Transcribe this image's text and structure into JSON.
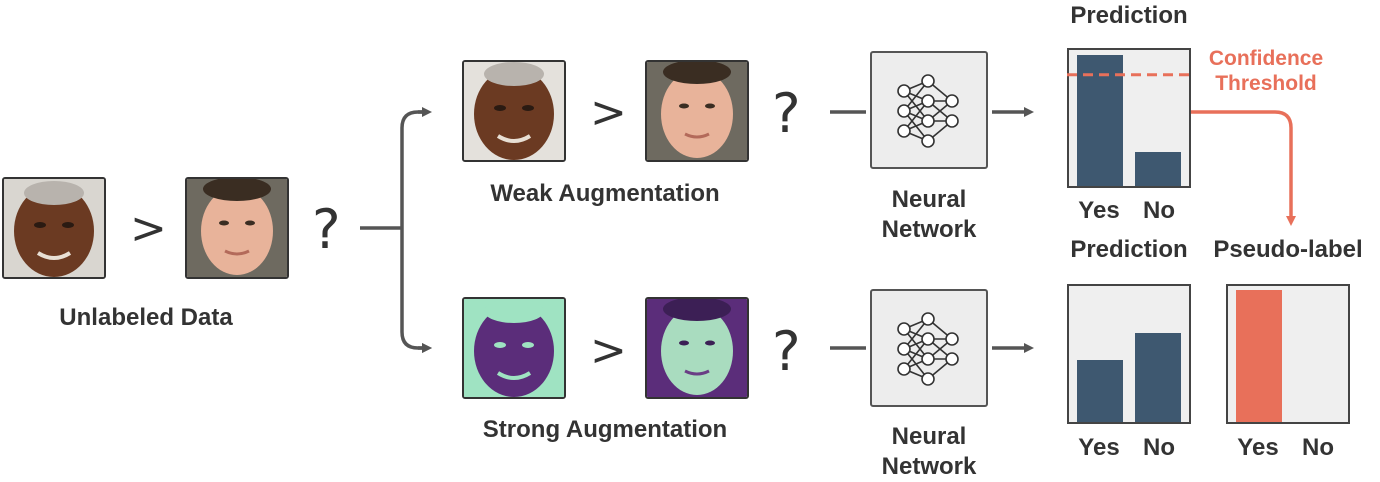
{
  "labels": {
    "unlabeled": "Unlabeled Data",
    "weak": "Weak Augmentation",
    "strong": "Strong Augmentation",
    "nn_top_1": "Neural",
    "nn_top_2": "Network",
    "nn_bot_1": "Neural",
    "nn_bot_2": "Network",
    "pred_top": "Prediction",
    "pred_bot": "Prediction",
    "pseudo": "Pseudo-label",
    "conf_1": "Confidence",
    "conf_2": "Threshold"
  },
  "symbols": {
    "greater": ">",
    "question": "?"
  },
  "charts": {
    "pred_top": {
      "yes": 0.97,
      "no": 0.25,
      "threshold": 0.82,
      "yes_label": "Yes",
      "no_label": "No"
    },
    "pred_bot": {
      "yes": 0.46,
      "no": 0.66,
      "yes_label": "Yes",
      "no_label": "No"
    },
    "pseudo": {
      "yes": 0.98,
      "no": 0.0,
      "yes_label": "Yes",
      "no_label": "No"
    }
  },
  "colors": {
    "bar": "#3e5870",
    "pseudo_bar": "#e8705a",
    "threshold": "#e8705a",
    "line": "#555555",
    "strong_tint": "#9fe3c2",
    "strong_shadow": "#5b2d7a"
  },
  "icons": {
    "faces": "face-photo",
    "network": "neural-network-icon"
  }
}
